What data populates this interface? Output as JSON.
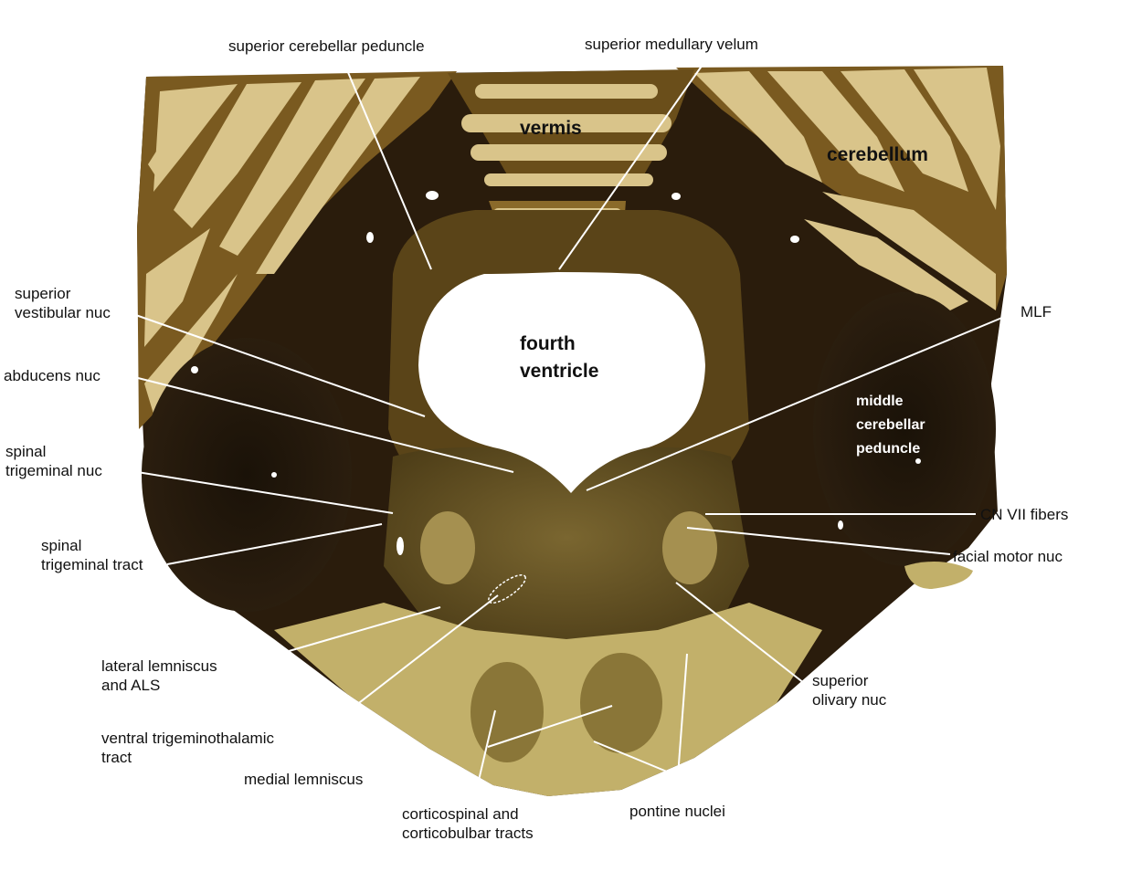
{
  "labels": {
    "superior_cerebellar_peduncle": "superior cerebellar peduncle",
    "superior_medullary_velum": "superior medullary velum",
    "superior_vestibular_nuc": "superior\nvestibular nuc",
    "abducens_nuc": "abducens nuc",
    "spinal_trigeminal_nuc": "spinal\ntrigeminal nuc",
    "spinal_trigeminal_tract": "spinal\ntrigeminal tract",
    "lateral_lemniscus_als": "lateral lemniscus\nand ALS",
    "ventral_trigeminothalamic_tract": "ventral trigeminothalamic\ntract",
    "medial_lemniscus": "medial lemniscus",
    "corticospinal_corticobulbar": "corticospinal and\ncorticobulbar tracts",
    "pontine_nuclei": "pontine nuclei",
    "superior_olivary_nuc": "superior\nolivary nuc",
    "facial_motor_nuc": "facial motor nuc",
    "cn_vii_fibers": "CN VII fibers",
    "mlf": "MLF"
  },
  "region_labels": {
    "vermis": "vermis",
    "cerebellum": "cerebellum",
    "fourth_ventricle": "fourth\nventricle",
    "middle_cerebellar_peduncle": "middle\ncerebellar\npeduncle"
  },
  "colors": {
    "white_matter": "#2a1c0c",
    "grey_matter": "#8a6a2a",
    "folia_light": "#d9c48a",
    "pons_base": "#c2b06a",
    "leader_line": "#ffffff"
  }
}
